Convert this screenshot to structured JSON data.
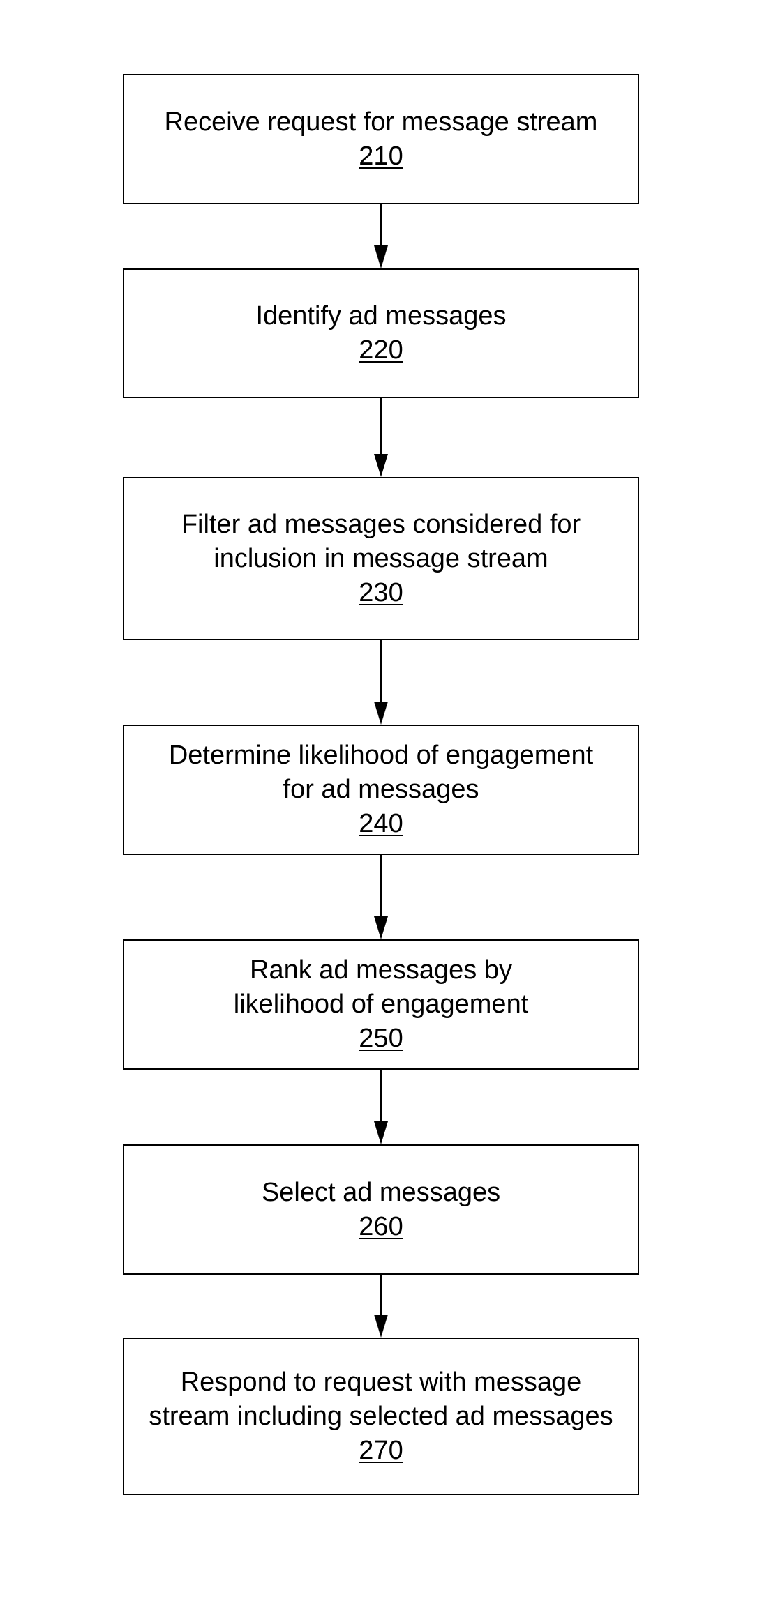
{
  "steps": [
    {
      "lines": [
        "Receive request for message stream"
      ],
      "ref": "210"
    },
    {
      "lines": [
        "Identify ad messages"
      ],
      "ref": "220"
    },
    {
      "lines": [
        "Filter ad messages considered for",
        "inclusion in message stream"
      ],
      "ref": "230"
    },
    {
      "lines": [
        "Determine likelihood of engagement",
        "for ad messages"
      ],
      "ref": "240"
    },
    {
      "lines": [
        "Rank ad messages by",
        "likelihood of engagement"
      ],
      "ref": "250"
    },
    {
      "lines": [
        "Select ad messages"
      ],
      "ref": "260"
    },
    {
      "lines": [
        "Respond to request with message",
        "stream including selected ad messages"
      ],
      "ref": "270"
    }
  ],
  "colors": {
    "stroke": "#000000",
    "background": "#ffffff"
  }
}
